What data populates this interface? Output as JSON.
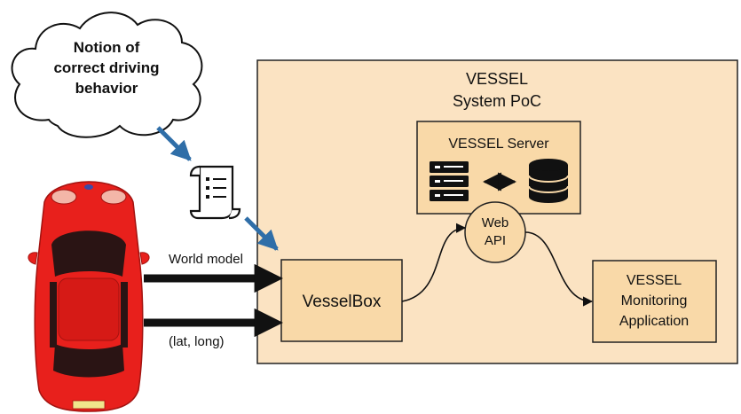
{
  "cloud": {
    "lines": [
      "Notion of",
      "correct driving",
      "behavior"
    ]
  },
  "system": {
    "title_line1": "VESSEL",
    "title_line2": "System PoC"
  },
  "server": {
    "label": "VESSEL Server"
  },
  "web_api": {
    "line1": "Web",
    "line2": "API"
  },
  "vesselbox": {
    "label": "VesselBox"
  },
  "monitoring": {
    "line1": "VESSEL",
    "line2": "Monitoring",
    "line3": "Application"
  },
  "inputs": {
    "world_model": "World model",
    "lat_long": "(lat, long)"
  },
  "colors": {
    "system_fill": "#fbe3c2",
    "box_fill": "#f9d9a8",
    "car_red": "#e8201c",
    "arrow_blue": "#2f6ea8"
  },
  "icons": [
    "server-rack-icon",
    "database-icon",
    "bidirectional-arrow-icon",
    "document-scroll-icon",
    "car-icon"
  ]
}
